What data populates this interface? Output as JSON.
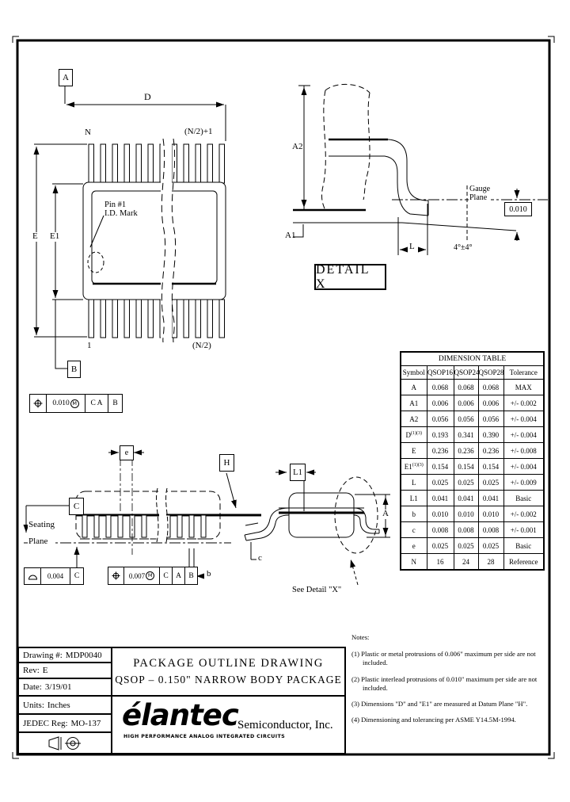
{
  "colors": {
    "ink": "#000000",
    "paper": "#ffffff"
  },
  "top_view": {
    "datum_a": "A",
    "datum_b": "B",
    "dim_d": "D",
    "pin_top_left": "N",
    "pin_top_right": "(N/2)+1",
    "pin_bottom_left": "1",
    "pin_bottom_right": "(N/2)",
    "dim_e": "E",
    "dim_e1": "E1",
    "pin1_id_line1": "Pin #1",
    "pin1_id_line2": "I.D. Mark",
    "fcf_position": {
      "symbol": "position",
      "tolerance": "0.010",
      "modifier": "M",
      "datums": [
        "C A",
        "B"
      ]
    }
  },
  "detail_x": {
    "dim_a2": "A2",
    "dim_a1": "A1",
    "dim_l": "L",
    "gauge_line1": "Gauge",
    "gauge_line2": "Plane",
    "gauge_offset": "0.010",
    "lead_angle": "4°±4°",
    "caption": "DETAIL X"
  },
  "front_view": {
    "dim_e_pitch": "e",
    "datum_h": "H",
    "datum_c": "C",
    "seating_line1": "Seating",
    "seating_line2": "Plane",
    "fcf_profile": {
      "symbol": "profile-of-surface",
      "tolerance": "0.004",
      "datums": [
        "C"
      ]
    },
    "fcf_position": {
      "symbol": "position",
      "tolerance": "0.007",
      "modifier": "M",
      "datums": [
        "C",
        "A",
        "B"
      ]
    },
    "dim_b": "b"
  },
  "end_view": {
    "dim_l1": "L1",
    "dim_a": "A",
    "dim_c": "c",
    "see_detail": "See Detail \"X\""
  },
  "dimension_table": {
    "title": "DIMENSION TABLE",
    "headers": [
      "Symbol",
      "QSOP16",
      "QSOP24",
      "QSOP28",
      "Tolerance"
    ],
    "rows": [
      {
        "symbol": "A",
        "sup": "",
        "q16": "0.068",
        "q24": "0.068",
        "q28": "0.068",
        "tol": "MAX"
      },
      {
        "symbol": "A1",
        "sup": "",
        "q16": "0.006",
        "q24": "0.006",
        "q28": "0.006",
        "tol": "+/- 0.002"
      },
      {
        "symbol": "A2",
        "sup": "",
        "q16": "0.056",
        "q24": "0.056",
        "q28": "0.056",
        "tol": "+/- 0.004"
      },
      {
        "symbol": "D",
        "sup": "(1)(3)",
        "q16": "0.193",
        "q24": "0.341",
        "q28": "0.390",
        "tol": "+/- 0.004"
      },
      {
        "symbol": "E",
        "sup": "",
        "q16": "0.236",
        "q24": "0.236",
        "q28": "0.236",
        "tol": "+/- 0.008"
      },
      {
        "symbol": "E1",
        "sup": "(1)(3)",
        "q16": "0.154",
        "q24": "0.154",
        "q28": "0.154",
        "tol": "+/- 0.004"
      },
      {
        "symbol": "L",
        "sup": "",
        "q16": "0.025",
        "q24": "0.025",
        "q28": "0.025",
        "tol": "+/- 0.009"
      },
      {
        "symbol": "L1",
        "sup": "",
        "q16": "0.041",
        "q24": "0.041",
        "q28": "0.041",
        "tol": "Basic"
      },
      {
        "symbol": "b",
        "sup": "",
        "q16": "0.010",
        "q24": "0.010",
        "q28": "0.010",
        "tol": "+/- 0.002"
      },
      {
        "symbol": "c",
        "sup": "",
        "q16": "0.008",
        "q24": "0.008",
        "q28": "0.008",
        "tol": "+/- 0.001"
      },
      {
        "symbol": "e",
        "sup": "",
        "q16": "0.025",
        "q24": "0.025",
        "q28": "0.025",
        "tol": "Basic"
      },
      {
        "symbol": "N",
        "sup": "",
        "q16": "16",
        "q24": "24",
        "q28": "28",
        "tol": "Reference"
      }
    ]
  },
  "title_block": {
    "rows": [
      {
        "label": "Drawing #:",
        "value": "MDP0040"
      },
      {
        "label": "Rev:",
        "value": "E"
      },
      {
        "label": "Date:",
        "value": "3/19/01"
      },
      {
        "label": "Units:",
        "value": "Inches"
      },
      {
        "label": "JEDEC Reg:",
        "value": "MO-137"
      }
    ],
    "title_line1": "PACKAGE OUTLINE DRAWING",
    "title_line2": "QSOP – 0.150\" NARROW BODY PACKAGE",
    "logo_text": "élantec",
    "logo_suffix": "Semiconductor, Inc.",
    "logo_tagline": "HIGH PERFORMANCE ANALOG INTEGRATED CIRCUITS"
  },
  "notes": {
    "heading": "Notes:",
    "items": [
      "(1) Plastic or metal protrusions of 0.006\" maximum per side are not included.",
      "(2) Plastic interlead protrusions of 0.010\" maximum per side are not included.",
      "(3) Dimensions \"D\" and \"E1\" are measured at Datum Plane \"H\".",
      "(4) Dimensioning and tolerancing per ASME Y14.5M-1994."
    ]
  }
}
